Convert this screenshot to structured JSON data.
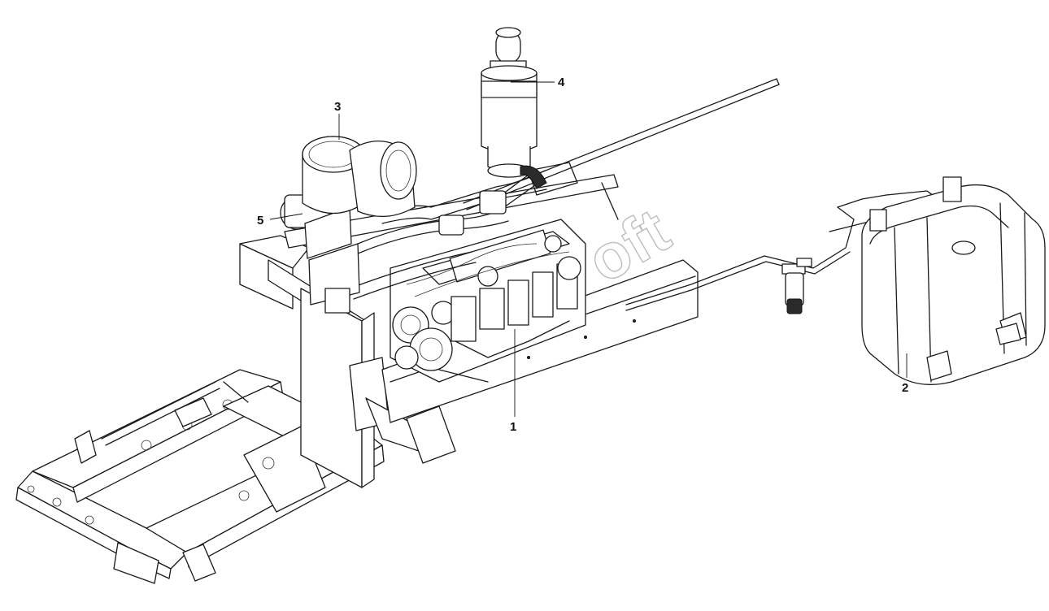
{
  "callouts": [
    {
      "label": "1",
      "part": "engine"
    },
    {
      "label": "2",
      "part": "fuel-tank"
    },
    {
      "label": "3",
      "part": "muffler"
    },
    {
      "label": "4",
      "part": "air-cleaner"
    },
    {
      "label": "5",
      "part": "turbocharger"
    }
  ],
  "watermark": "oft"
}
